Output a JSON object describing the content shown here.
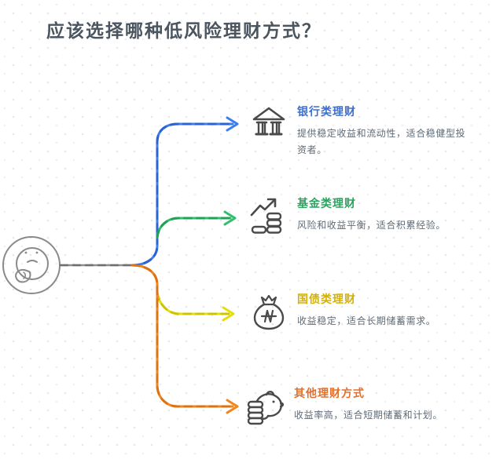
{
  "title": "应该选择哪种低风险理财方式？",
  "center": {
    "icon": "thinking-face-icon"
  },
  "branches": [
    {
      "id": "bank",
      "icon": "bank-icon",
      "label": "银行类理财",
      "description": "提供稳定收益和流动性，适合稳健型投资者。",
      "label_color": "#3b6fd4",
      "line": "#3c7df0",
      "line_dash": "#2a63d6"
    },
    {
      "id": "fund",
      "icon": "growth-chart-icon",
      "label": "基金类理财",
      "description": "风险和收益平衡，适合积累经验。",
      "label_color": "#2aa45e",
      "line": "#2fbf6e",
      "line_dash": "#1ca356"
    },
    {
      "id": "bond",
      "icon": "money-bag-icon",
      "label": "国债类理财",
      "description": "收益稳定，适合长期储蓄需求。",
      "label_color": "#d6b100",
      "line": "#e6de06",
      "line_dash": "#cfc400"
    },
    {
      "id": "other",
      "icon": "piggy-bank-icon",
      "label": "其他理财方式",
      "description": "收益率高，适合短期储蓄和计划。",
      "label_color": "#e0702f",
      "line": "#f0861c",
      "line_dash": "#de7210"
    }
  ],
  "palette": {
    "title_color": "#4a5560",
    "desc_color": "#5f6b76",
    "icon_stroke": "#4a4a4a",
    "gray_line": "#8f8f8f",
    "gray_dash": "#6f6f6f",
    "face_stroke": "#8a8a8a"
  }
}
